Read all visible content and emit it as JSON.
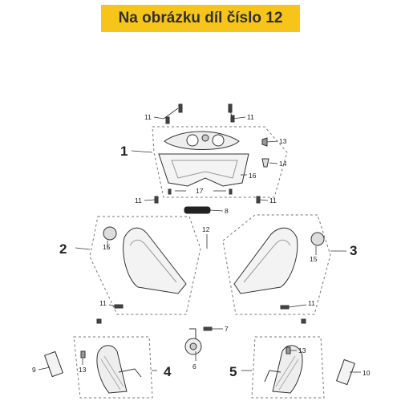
{
  "banner": {
    "text": "Na obrázku díl číslo 12"
  },
  "diagram": {
    "callouts": [
      {
        "id": "c1",
        "label": "1"
      },
      {
        "id": "c2",
        "label": "2"
      },
      {
        "id": "c3",
        "label": "3"
      },
      {
        "id": "c4",
        "label": "4"
      },
      {
        "id": "c5",
        "label": "5"
      },
      {
        "id": "c6",
        "label": "6"
      },
      {
        "id": "c7",
        "label": "7"
      },
      {
        "id": "c8",
        "label": "8"
      },
      {
        "id": "c9",
        "label": "9"
      },
      {
        "id": "c10",
        "label": "10"
      },
      {
        "id": "c11",
        "label": "11"
      },
      {
        "id": "c12",
        "label": "12"
      },
      {
        "id": "c13",
        "label": "13"
      },
      {
        "id": "c14",
        "label": "14"
      },
      {
        "id": "c15",
        "label": "15"
      },
      {
        "id": "c16",
        "label": "16"
      },
      {
        "id": "c17",
        "label": "17"
      }
    ]
  }
}
